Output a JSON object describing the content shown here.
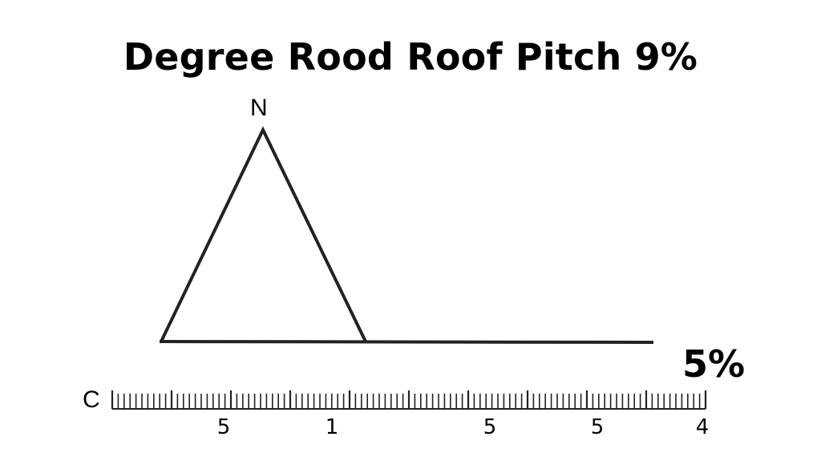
{
  "title": "Degree Rood Roof Pitch 9%",
  "vertex_label": "N",
  "slope_label": "5%",
  "ruler": {
    "start_label": "C",
    "tick_labels": [
      "5",
      "1",
      "5",
      "5",
      "4"
    ]
  },
  "colors": {
    "stroke": "#222222",
    "text": "#000000",
    "background": "#ffffff"
  }
}
